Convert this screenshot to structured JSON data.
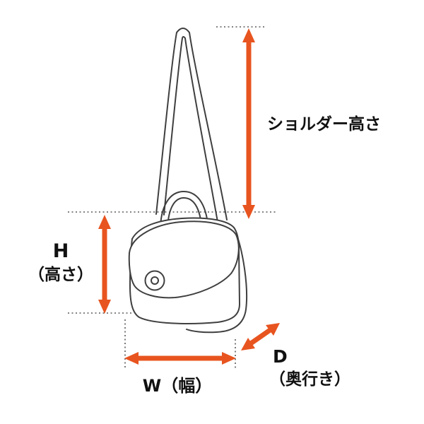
{
  "diagram": {
    "labels": {
      "shoulder_height": "ショルダー高さ",
      "height_abbr": "H",
      "height_name": "（高さ）",
      "width": "W（幅）",
      "depth_abbr": "D",
      "depth_name": "（奥行き）"
    },
    "colors": {
      "arrow": "#E8541F",
      "outline": "#3f3f3f",
      "dotted": "#5a5a5a",
      "text": "#111111"
    }
  }
}
